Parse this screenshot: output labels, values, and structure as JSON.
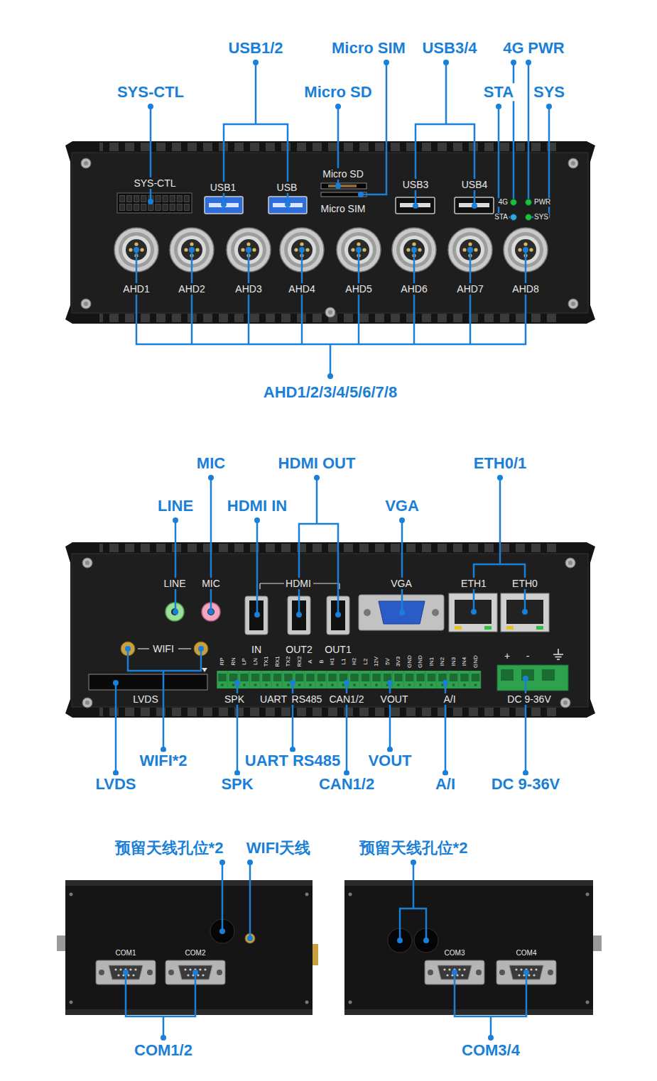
{
  "diagram": {
    "labels": [
      "USB1/2",
      "Micro SIM",
      "USB3/4",
      "4G",
      "PWR",
      "SYS-CTL",
      "Micro SD",
      "STA",
      "SYS",
      "SYS-CTL",
      "USB1",
      "USB",
      "Micro SD",
      "Micro SIM",
      "USB3",
      "USB4",
      "4G",
      "PWR",
      "STA",
      "SYS",
      "AHD1",
      "AHD2",
      "AHD3",
      "AHD4",
      "AHD5",
      "AHD6",
      "AHD7",
      "AHD8",
      "AHD1/2/3/4/5/6/7/8",
      "MIC",
      "HDMI OUT",
      "ETH0/1",
      "LINE",
      "HDMI IN",
      "VGA",
      "LINE",
      "MIC",
      "HDMI",
      "VGA",
      "ETH1",
      "ETH0",
      "WIFI",
      "IN",
      "OUT2",
      "OUT1",
      "RP",
      "RN",
      "LP",
      "LN",
      "TX1",
      "RX1",
      "TX2",
      "RX2",
      "A",
      "B",
      "H1",
      "L1",
      "H2",
      "L2",
      "12V",
      "5V",
      "3V3",
      "GND",
      "GND",
      "IN1",
      "IN2",
      "IN3",
      "IN4",
      "GND",
      "LVDS",
      "SPK",
      "UART",
      "RS485",
      "CAN1/2",
      "VOUT",
      "A/I",
      "+",
      "-",
      "DC 9-36V",
      "WIFI*2",
      "UART RS485",
      "VOUT",
      "LVDS",
      "SPK",
      "CAN1/2",
      "A/I",
      "DC 9-36V",
      "预留天线孔位*2",
      "WIFI天线",
      "预留天线孔位*2",
      "COM1",
      "COM2",
      "COM3",
      "COM4",
      "COM1/2",
      "COM3/4"
    ]
  }
}
